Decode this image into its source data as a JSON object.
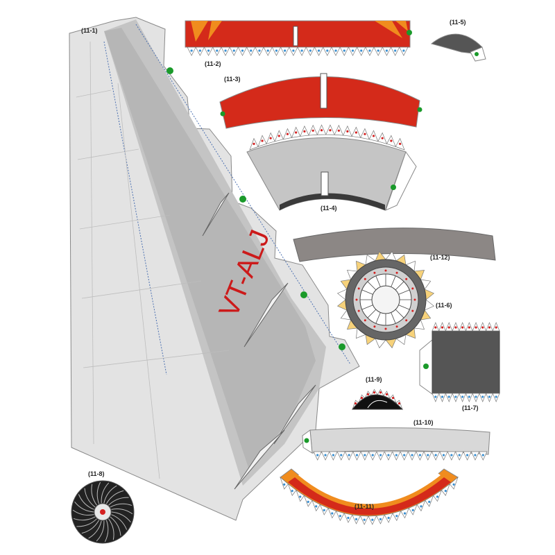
{
  "sheet": {
    "colors": {
      "fuselage_white": "#e3e3e3",
      "mid_gray": "#c5c5c5",
      "dark_gray": "#9a9a9a",
      "engine_dark": "#555555",
      "band_gray": "#8c8785",
      "red": "#d42a1a",
      "orange": "#f08c1e",
      "glue_dot": "#1a9a2a",
      "tab_blue": "#3a8fd0",
      "tab_red": "#d42020",
      "outline": "#777777"
    },
    "registration": "VT-ALJ",
    "parts": [
      {
        "id": "11-1",
        "label": "(11-1)"
      },
      {
        "id": "11-2",
        "label": "(11-2)"
      },
      {
        "id": "11-3",
        "label": "(11-3)"
      },
      {
        "id": "11-4",
        "label": "(11-4)"
      },
      {
        "id": "11-5",
        "label": "(11-5)"
      },
      {
        "id": "11-6",
        "label": "(11-6)"
      },
      {
        "id": "11-7",
        "label": "(11-7)"
      },
      {
        "id": "11-8",
        "label": "(11-8)"
      },
      {
        "id": "11-9",
        "label": "(11-9)"
      },
      {
        "id": "11-10",
        "label": "(11-10)"
      },
      {
        "id": "11-11",
        "label": "(11-11)"
      },
      {
        "id": "11-12",
        "label": "(11-12)"
      }
    ]
  }
}
